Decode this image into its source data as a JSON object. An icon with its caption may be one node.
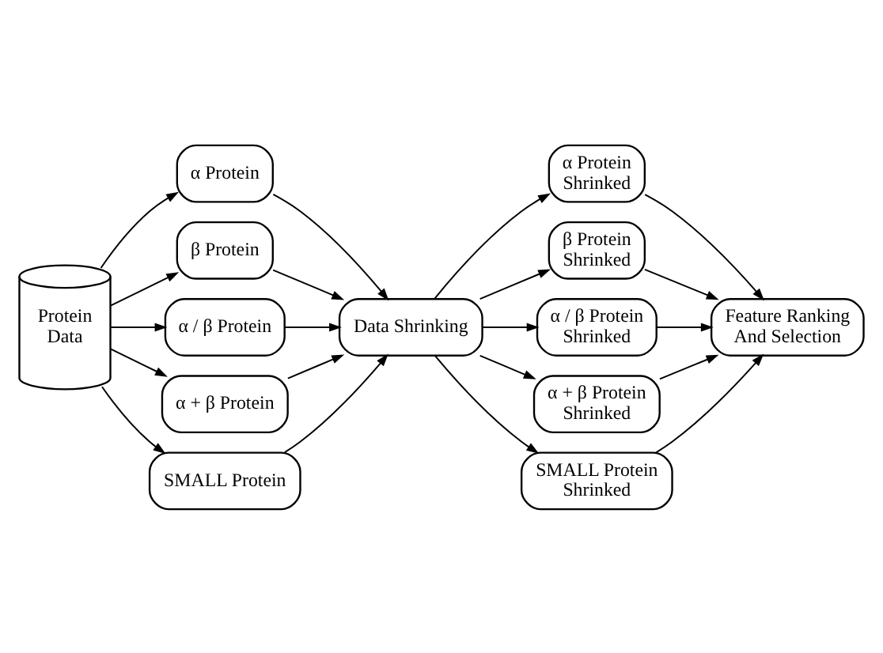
{
  "diagram": {
    "nodes": [
      {
        "text": [
          "Protein Data"
        ]
      },
      {
        "text": [
          "α Protein"
        ]
      },
      {
        "text": [
          "β Protein"
        ]
      },
      {
        "text": [
          "α / β Protein"
        ]
      },
      {
        "text": [
          "α + β Protein"
        ]
      },
      {
        "text": [
          "SMALL Protein"
        ]
      },
      {
        "text": [
          "Data Shrinking"
        ]
      },
      {
        "text": [
          "α Protein Shrinked"
        ]
      },
      {
        "text": [
          "β Protein Shrinked"
        ]
      },
      {
        "text": [
          "α / β Protein Shrinked"
        ]
      },
      {
        "text": [
          "α + β Protein Shrinked"
        ]
      },
      {
        "text": [
          "SMALL Protein Shrinked"
        ]
      },
      {
        "text": [
          "Feature Ranking And Selection"
        ]
      }
    ],
    "edges": [
      {
        "from": 0,
        "to": 1,
        "arrow": "to"
      },
      {
        "from": 0,
        "to": 2,
        "arrow": "to"
      },
      {
        "from": 0,
        "to": 3,
        "arrow": "to"
      },
      {
        "from": 0,
        "to": 4,
        "arrow": "to"
      },
      {
        "from": 0,
        "to": 5,
        "arrow": "to"
      },
      {
        "from": 1,
        "to": 6,
        "arrow": "to"
      },
      {
        "from": 2,
        "to": 6,
        "arrow": "to"
      },
      {
        "from": 3,
        "to": 6,
        "arrow": "to"
      },
      {
        "from": 4,
        "to": 6,
        "arrow": "to"
      },
      {
        "from": 5,
        "to": 6,
        "arrow": "to"
      },
      {
        "from": 6,
        "to": 7,
        "arrow": "to"
      },
      {
        "from": 6,
        "to": 8,
        "arrow": "to"
      },
      {
        "from": 6,
        "to": 9,
        "arrow": "to"
      },
      {
        "from": 6,
        "to": 10,
        "arrow": "to"
      },
      {
        "from": 6,
        "to": 11,
        "arrow": "to"
      },
      {
        "from": 7,
        "to": 12,
        "arrow": "to"
      },
      {
        "from": 8,
        "to": 12,
        "arrow": "to"
      },
      {
        "from": 9,
        "to": 12,
        "arrow": "to"
      },
      {
        "from": 10,
        "to": 12,
        "arrow": "to"
      },
      {
        "from": 11,
        "to": 12,
        "arrow": "to"
      }
    ]
  }
}
